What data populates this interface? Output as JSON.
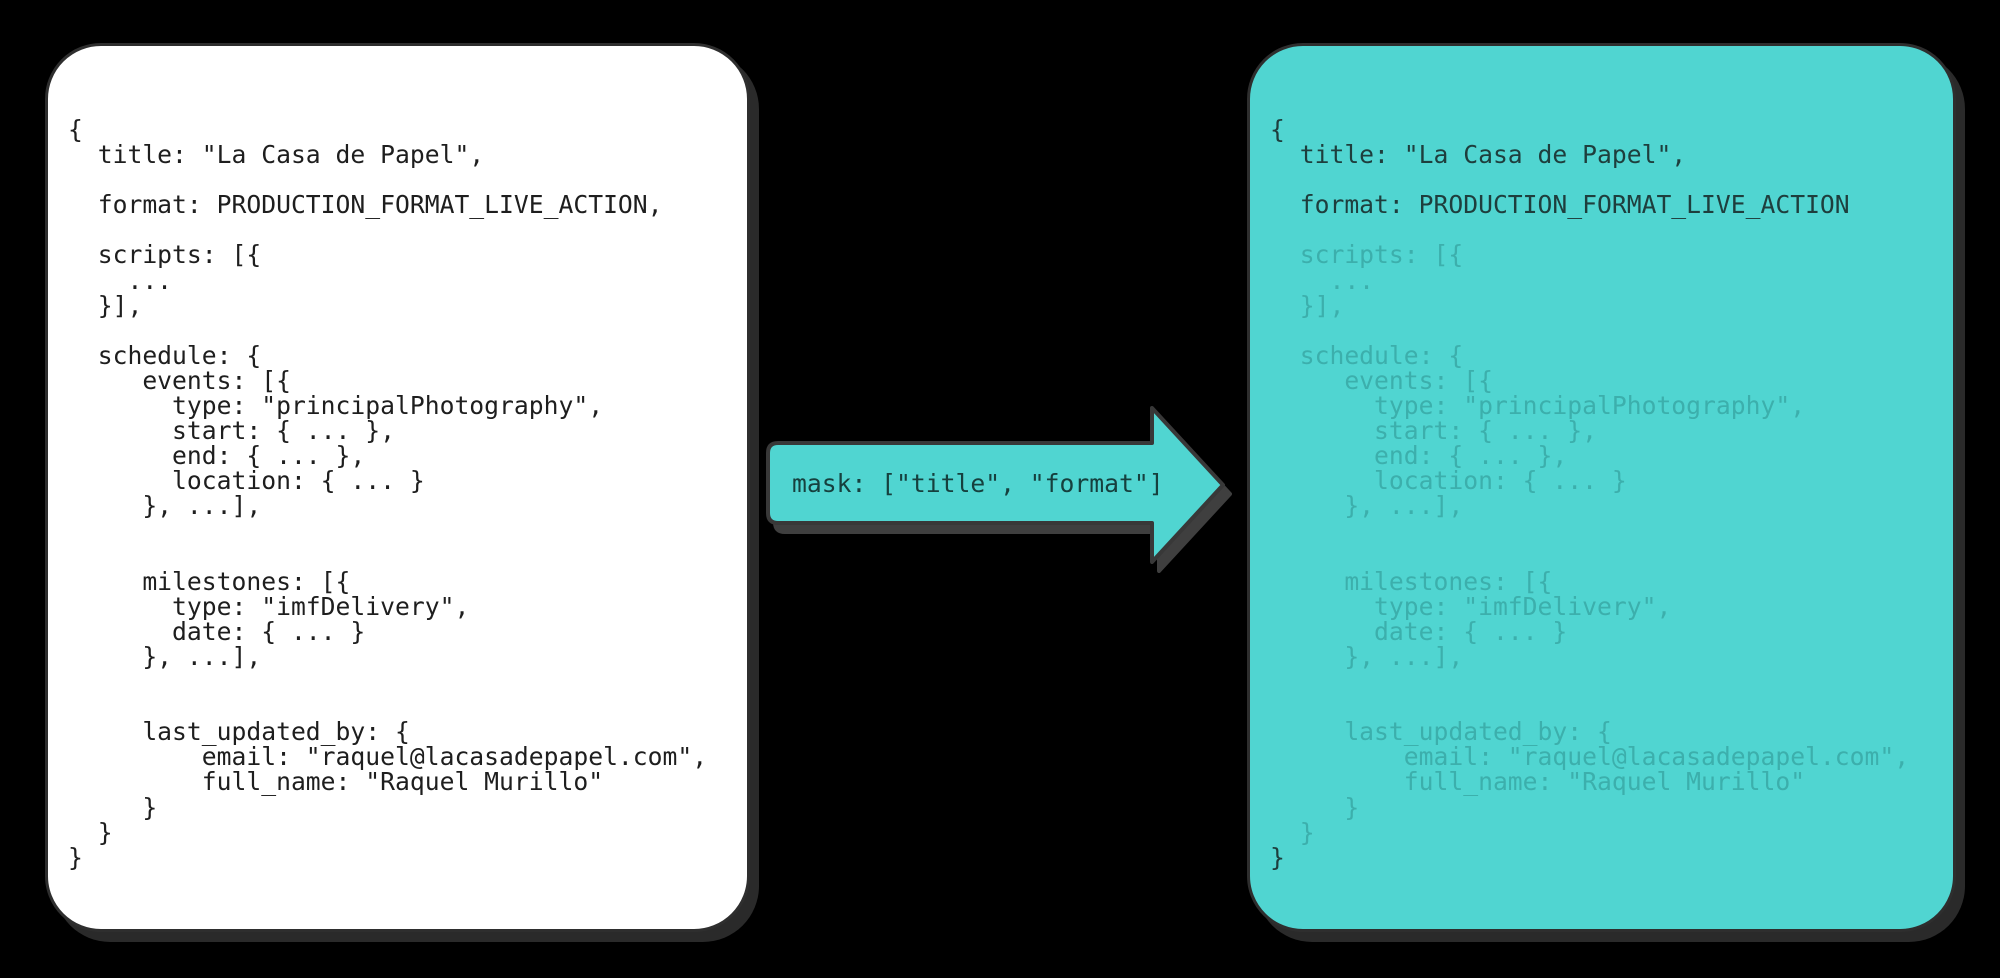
{
  "colors": {
    "page_bg": "#000000",
    "panel_white_bg": "#ffffff",
    "panel_white_text": "#1e1e1e",
    "teal": "#50d5d1",
    "kept_text": "#1e3e3d",
    "masked_text": "#3cafac",
    "outline": "#2e2e2e",
    "shadow": "#3f3f3f",
    "arrow_outline": "#383838",
    "arrow_text": "#16403e"
  },
  "left_panel": {
    "description": "source-json",
    "lines": [
      "{",
      "  title: \"La Casa de Papel\",",
      "",
      "  format: PRODUCTION_FORMAT_LIVE_ACTION,",
      "",
      "  scripts: [{",
      "    ...",
      "  }],",
      "",
      "  schedule: {",
      "     events: [{",
      "       type: \"principalPhotography\",",
      "       start: { ... },",
      "       end: { ... },",
      "       location: { ... }",
      "     }, ...],",
      "",
      "",
      "     milestones: [{",
      "       type: \"imfDelivery\",",
      "       date: { ... }",
      "     }, ...],",
      "",
      "",
      "     last_updated_by: {",
      "         email: \"raquel@lacasadepapel.com\",",
      "         full_name: \"Raquel Murillo\"",
      "     }",
      "  }",
      "}"
    ]
  },
  "arrow": {
    "label": "mask: [\"title\", \"format\"]"
  },
  "right_panel": {
    "description": "masked-json",
    "lines": [
      {
        "text": "{",
        "masked": false
      },
      {
        "text": "  title: \"La Casa de Papel\",",
        "masked": false
      },
      {
        "text": "",
        "masked": true
      },
      {
        "text": "  format: PRODUCTION_FORMAT_LIVE_ACTION",
        "masked": false
      },
      {
        "text": "",
        "masked": true
      },
      {
        "text": "  scripts: [{",
        "masked": true
      },
      {
        "text": "    ...",
        "masked": true
      },
      {
        "text": "  }],",
        "masked": true
      },
      {
        "text": "",
        "masked": true
      },
      {
        "text": "  schedule: {",
        "masked": true
      },
      {
        "text": "     events: [{",
        "masked": true
      },
      {
        "text": "       type: \"principalPhotography\",",
        "masked": true
      },
      {
        "text": "       start: { ... },",
        "masked": true
      },
      {
        "text": "       end: { ... },",
        "masked": true
      },
      {
        "text": "       location: { ... }",
        "masked": true
      },
      {
        "text": "     }, ...],",
        "masked": true
      },
      {
        "text": "",
        "masked": true
      },
      {
        "text": "",
        "masked": true
      },
      {
        "text": "     milestones: [{",
        "masked": true
      },
      {
        "text": "       type: \"imfDelivery\",",
        "masked": true
      },
      {
        "text": "       date: { ... }",
        "masked": true
      },
      {
        "text": "     }, ...],",
        "masked": true
      },
      {
        "text": "",
        "masked": true
      },
      {
        "text": "",
        "masked": true
      },
      {
        "text": "     last_updated_by: {",
        "masked": true
      },
      {
        "text": "         email: \"raquel@lacasadepapel.com\",",
        "masked": true
      },
      {
        "text": "         full_name: \"Raquel Murillo\"",
        "masked": true
      },
      {
        "text": "     }",
        "masked": true
      },
      {
        "text": "  }",
        "masked": true
      },
      {
        "text": "}",
        "masked": false
      }
    ]
  }
}
